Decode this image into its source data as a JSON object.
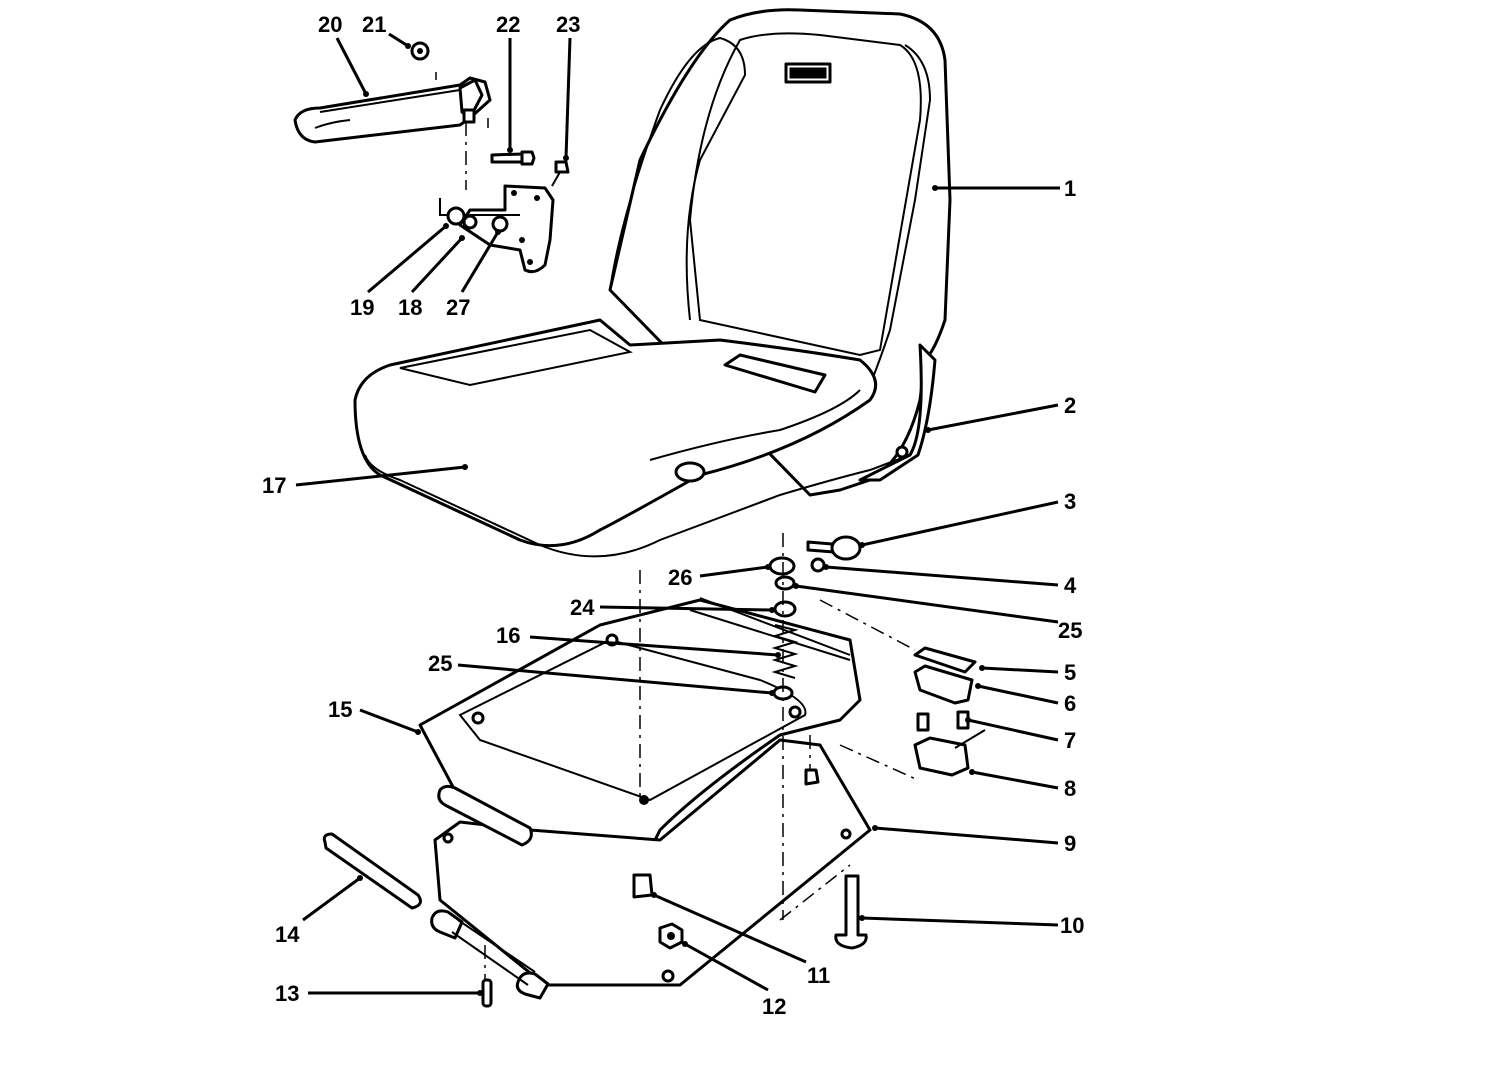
{
  "callouts": {
    "c1": "1",
    "c2": "2",
    "c3": "3",
    "c4": "4",
    "c5": "5",
    "c6": "6",
    "c7": "7",
    "c8": "8",
    "c9": "9",
    "c10": "10",
    "c11": "11",
    "c12": "12",
    "c13": "13",
    "c14": "14",
    "c15": "15",
    "c16": "16",
    "c17": "17",
    "c18": "18",
    "c19": "19",
    "c20": "20",
    "c21": "21",
    "c22": "22",
    "c23": "23",
    "c24": "24",
    "c25a": "25",
    "c25b": "25",
    "c26": "26",
    "c27": "27"
  },
  "colors": {
    "line": "#000000",
    "background": "#ffffff"
  }
}
